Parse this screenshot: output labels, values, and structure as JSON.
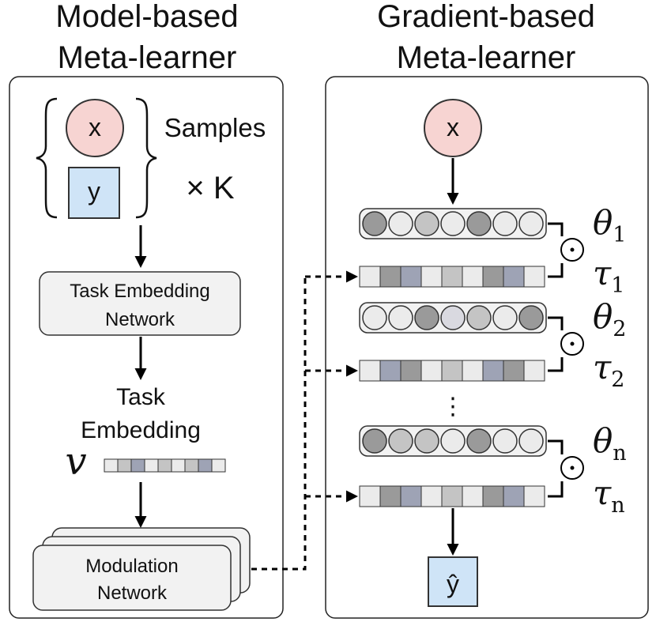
{
  "left_panel": {
    "title_line1": "Model-based",
    "title_line2": "Meta-learner",
    "x_label": "x",
    "y_label": "y",
    "samples_label": "Samples",
    "times_k": "× K",
    "task_embedding_network_line1": "Task Embedding",
    "task_embedding_network_line2": "Network",
    "task_embedding_line1": "Task",
    "task_embedding_line2": "Embedding",
    "v_symbol": "v",
    "modulation_network_line1": "Modulation",
    "modulation_network_line2": "Network"
  },
  "right_panel": {
    "title_line1": "Gradient-based",
    "title_line2": "Meta-learner",
    "x_label": "x",
    "y_hat_label": "ŷ",
    "odot_symbol": "⊙",
    "ellipsis": "⋮",
    "layers": [
      {
        "theta": "θ",
        "theta_sub": "1",
        "tau": "τ",
        "tau_sub": "1"
      },
      {
        "theta": "θ",
        "theta_sub": "2",
        "tau": "τ",
        "tau_sub": "2"
      },
      {
        "theta": "θ",
        "theta_sub": "n",
        "tau": "τ",
        "tau_sub": "n"
      }
    ]
  },
  "colors": {
    "x_node_fill": "#f7d4d2",
    "y_node_fill": "#cfe4f7",
    "box_fill": "#f2f2f2",
    "cell_gray_light": "#ebebeb",
    "cell_gray_mid": "#c4c4c4",
    "cell_gray_dark": "#9a9a9a",
    "cell_blue_gray": "#9ea3b5"
  }
}
